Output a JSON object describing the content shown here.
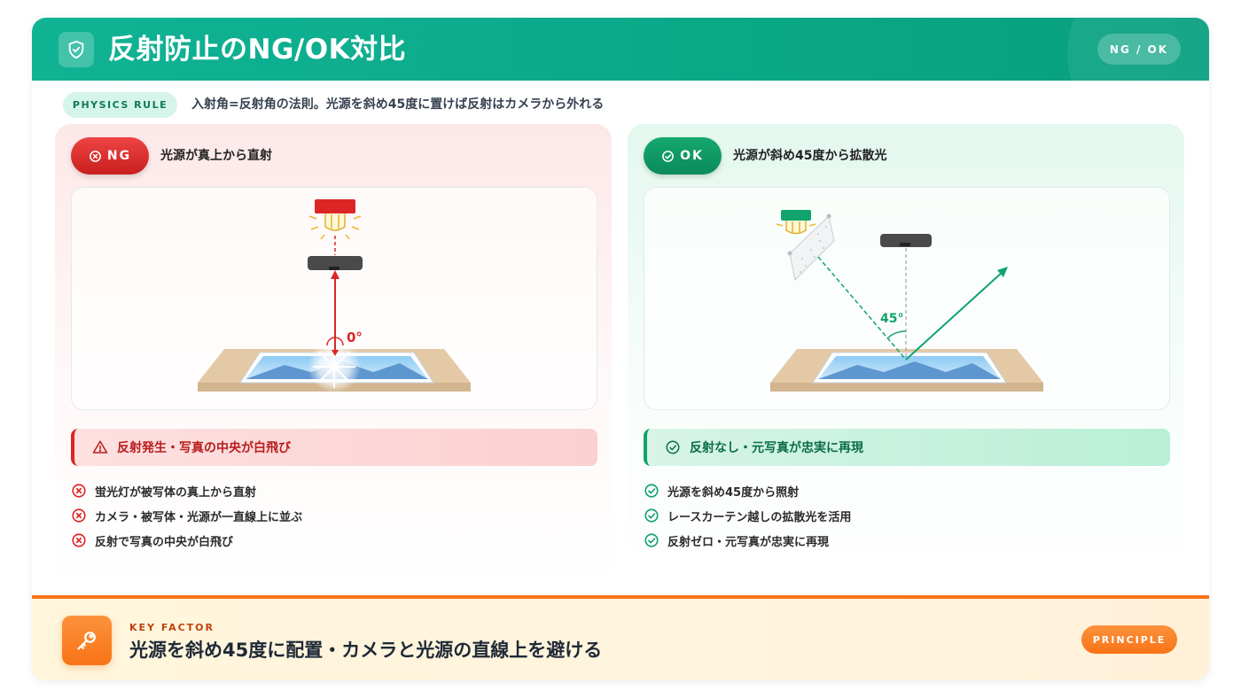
{
  "header": {
    "title": "反射防止のNG/OK対比",
    "pill": "NG / OK",
    "icon": "shield-icon"
  },
  "rule": {
    "label": "PHYSICS RULE",
    "text": "入射角=反射角の法則。光源を斜め45度に置けば反射はカメラから外れる"
  },
  "ng": {
    "badge": "NG",
    "subtitle": "光源が真上から直射",
    "angle_label": "0°",
    "status": "反射発生・写真の中央が白飛び",
    "points": [
      "蛍光灯が被写体の真上から直射",
      "カメラ・被写体・光源が一直線上に並ぶ",
      "反射で写真の中央が白飛び"
    ],
    "colors": {
      "accent": "#dc2626"
    }
  },
  "ok": {
    "badge": "OK",
    "subtitle": "光源が斜め45度から拡散光",
    "angle_label": "45°",
    "status": "反射なし・元写真が忠実に再現",
    "points": [
      "光源を斜め45度から照射",
      "レースカーテン越しの拡散光を活用",
      "反射ゼロ・元写真が忠実に再現"
    ],
    "colors": {
      "accent": "#10a36c"
    }
  },
  "footer": {
    "label": "KEY FACTOR",
    "text": "光源を斜め45度に配置・カメラと光源の直線上を避ける",
    "pill": "PRINCIPLE",
    "icon": "key-icon",
    "colors": {
      "accent": "#f97316"
    }
  }
}
